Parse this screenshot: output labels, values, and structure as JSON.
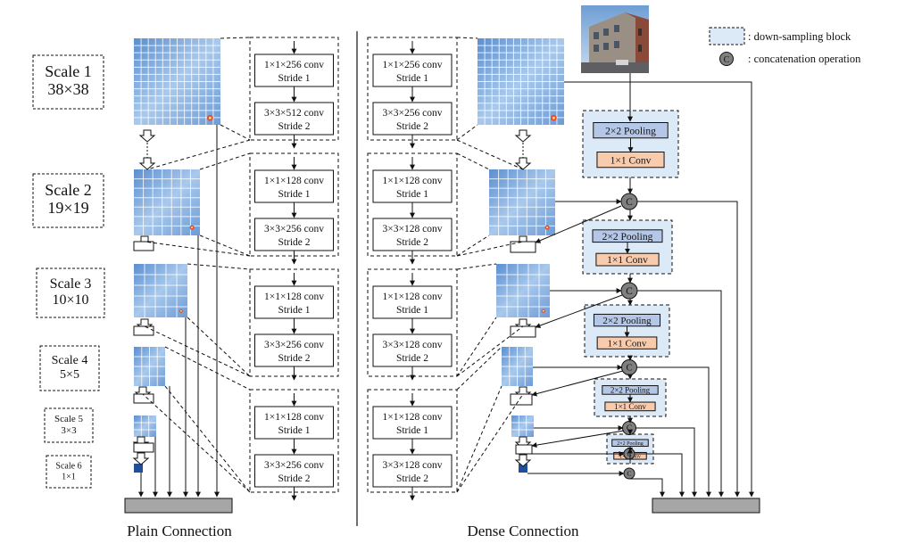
{
  "scales": [
    {
      "title": "Scale 1",
      "size": "38×38"
    },
    {
      "title": "Scale 2",
      "size": "19×19"
    },
    {
      "title": "Scale 3",
      "size": "10×10"
    },
    {
      "title": "Scale 4",
      "size": "5×5"
    },
    {
      "title": "Scale 5",
      "size": "3×3"
    },
    {
      "title": "Scale 6",
      "size": "1×1"
    }
  ],
  "plain": {
    "caption": "Plain Connection",
    "blocks": [
      {
        "conv1": "1×1×256 conv",
        "stride1": "Stride 1",
        "conv2": "3×3×512 conv",
        "stride2": "Stride 2"
      },
      {
        "conv1": "1×1×128 conv",
        "stride1": "Stride 1",
        "conv2": "3×3×256 conv",
        "stride2": "Stride 2"
      },
      {
        "conv1": "1×1×128 conv",
        "stride1": "Stride 1",
        "conv2": "3×3×256 conv",
        "stride2": "Stride 2"
      },
      {
        "conv1": "1×1×128 conv",
        "stride1": "Stride 1",
        "conv2": "3×3×256 conv",
        "stride2": "Stride 2"
      }
    ]
  },
  "dense": {
    "caption": "Dense Connection",
    "blocks": [
      {
        "conv1": "1×1×256 conv",
        "stride1": "Stride 1",
        "conv2": "3×3×256 conv",
        "stride2": "Stride 2"
      },
      {
        "conv1": "1×1×128 conv",
        "stride1": "Stride 1",
        "conv2": "3×3×128 conv",
        "stride2": "Stride 2"
      },
      {
        "conv1": "1×1×128 conv",
        "stride1": "Stride 1",
        "conv2": "3×3×128 conv",
        "stride2": "Stride 2"
      },
      {
        "conv1": "1×1×128 conv",
        "stride1": "Stride 1",
        "conv2": "3×3×128 conv",
        "stride2": "Stride 2"
      }
    ],
    "downsample": {
      "pool": "2×2 Pooling",
      "conv": "1×1 Conv"
    },
    "concat_symbol": "C"
  },
  "legend": {
    "downsample": ": down-sampling block",
    "concat_symbol": "C",
    "concat": ": concatenation operation"
  },
  "colors": {
    "feature_map": "#8fb6e0",
    "feature_grid": "#ffffff",
    "down_block_fill": "#dce9f7",
    "pool_fill": "#b4c7e7",
    "conv_fill": "#f8cbad",
    "concat_fill": "#7f7f7f",
    "output_bar": "#a6a6a6",
    "scale6_square": "#1f4e9a"
  }
}
